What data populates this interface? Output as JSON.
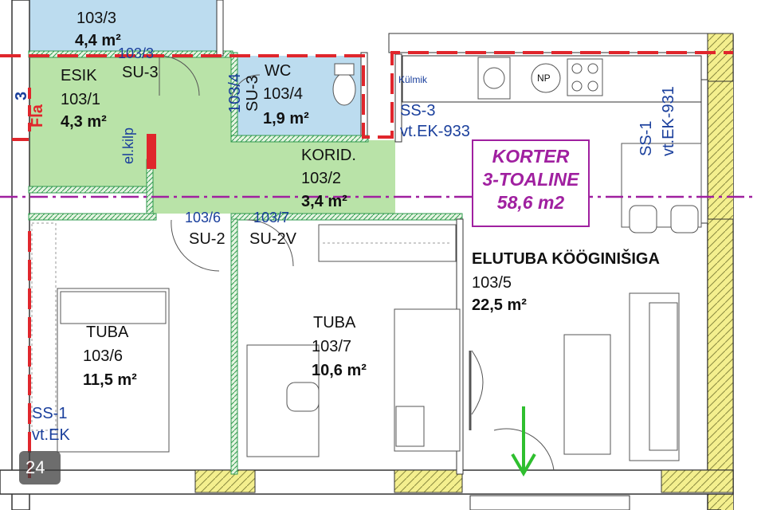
{
  "apartment": {
    "title": "KORTER",
    "type": "3-TOALINE",
    "area": "58,6 m2"
  },
  "rooms": {
    "room_103_3": {
      "number": "103/3",
      "area": "4,4 m²"
    },
    "hall": {
      "name": "ESIK",
      "number": "103/1",
      "area": "4,3 m²"
    },
    "wc": {
      "name": "WC",
      "number": "103/4",
      "area": "1,9 m²"
    },
    "corridor": {
      "name": "KORID.",
      "number": "103/2",
      "area": "3,4 m²"
    },
    "bedroom_6": {
      "name": "TUBA",
      "number": "103/6",
      "area": "11,5 m²"
    },
    "bedroom_7": {
      "name": "TUBA",
      "number": "103/7",
      "area": "10,6 m²"
    },
    "living": {
      "name": "ELUTUBA KÖÖGINIŠIGA",
      "number": "103/5",
      "area": "22,5 m²"
    }
  },
  "doors": {
    "d1033": {
      "number": "103/3",
      "code": "SU-3"
    },
    "d1034": {
      "number": "103/4",
      "code": "SU-3"
    },
    "d1036": {
      "number": "103/6",
      "code": "SU-2"
    },
    "d1037": {
      "number": "103/7",
      "code": "SU-2V"
    }
  },
  "notes": {
    "fridge": "Külmik",
    "dishwasher": "NP",
    "el_kilp": "el.kilp",
    "ss3": "SS-3",
    "ek933": "vt.EK-933",
    "ss1_right": "SS-1",
    "ek931": "vt.EK-931",
    "ss1_left": "SS-1",
    "ek_left": "vt.EK",
    "edge_marks": [
      "3",
      "Fla"
    ]
  },
  "page_badge": "24",
  "colors": {
    "wet_room": "#bcdcef",
    "corridor": "#b9e3a8",
    "wall_hatch": "#f2ee8c",
    "fire_line": "#e0262c",
    "section_line": "#a020a0",
    "green_wall": "#2f9a4e",
    "arrow": "#2fbf2f"
  }
}
